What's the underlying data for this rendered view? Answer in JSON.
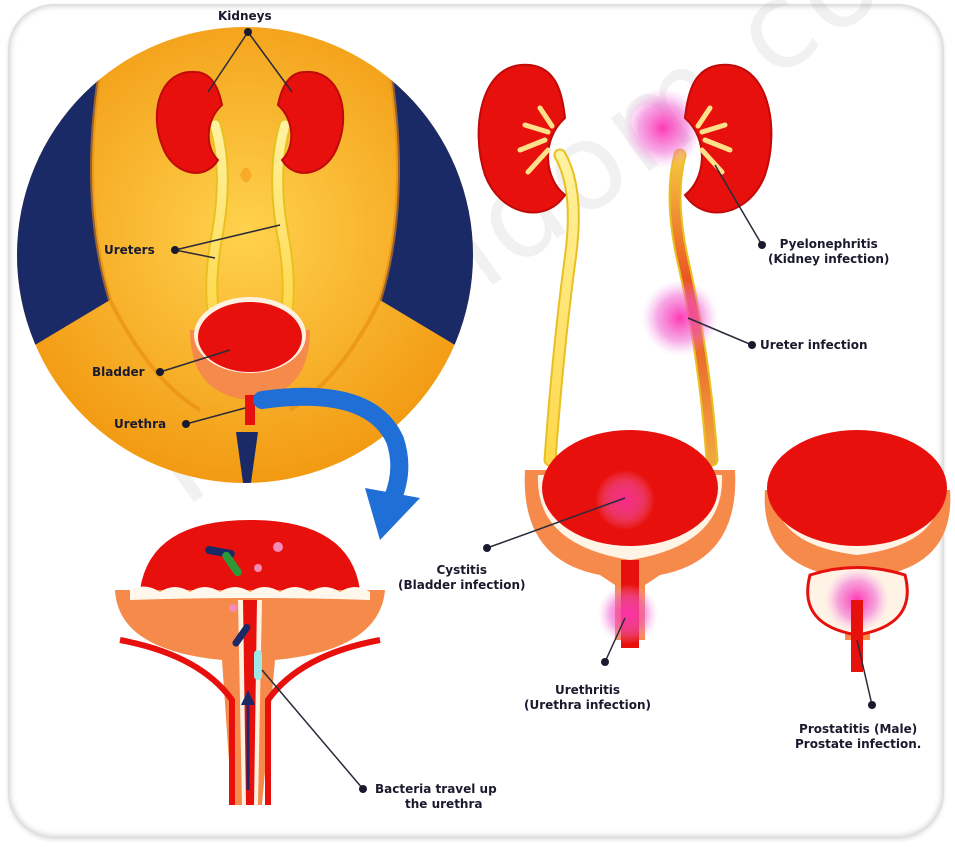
{
  "labels": {
    "kidneys": "Kidneys",
    "ureters": "Ureters",
    "bladder": "Bladder",
    "urethra": "Urethra",
    "pyelonephritis_1": "Pyelonephritis",
    "pyelonephritis_2": "(Kidney infection)",
    "ureter_infection": "Ureter infection",
    "cystitis_1": "Cystitis",
    "cystitis_2": "(Bladder infection)",
    "urethritis_1": "Urethritis",
    "urethritis_2": "(Urethra infection)",
    "prostatitis_1": "Prostatitis (Male)",
    "prostatitis_2": "Prostate infection.",
    "bacteria_1": "Bacteria travel up",
    "bacteria_2": "the urethra"
  },
  "watermark": "Pharmdom.com",
  "colors": {
    "body_yellow": "#f8b52a",
    "organ_red": "#e8100d",
    "bladder_wall": "#f58a4a",
    "infection_pink": "#e040c0",
    "dark_blue": "#1a2a66",
    "arrow_blue": "#1f6fd6"
  }
}
